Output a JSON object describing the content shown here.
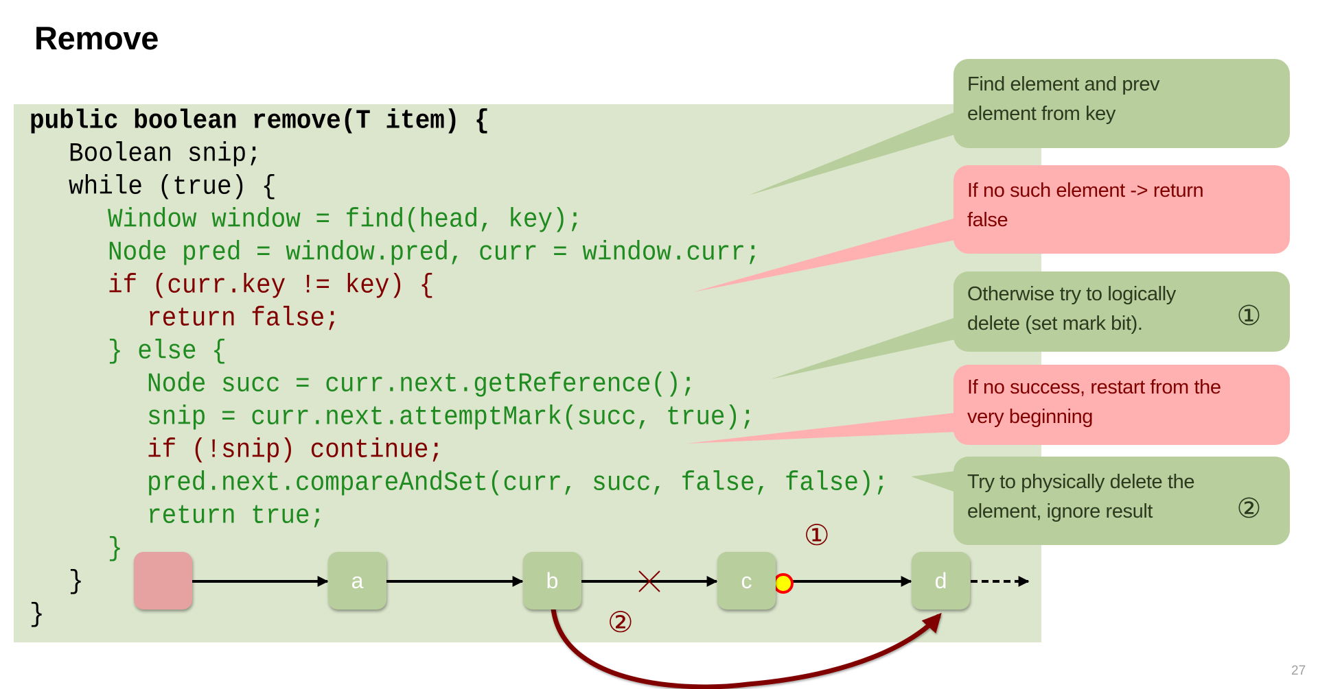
{
  "slide": {
    "title": "Remove",
    "page_number": "27"
  },
  "code": {
    "lines": [
      {
        "text": "public boolean remove(T item) {",
        "indent": 0,
        "color": "black",
        "bold": true
      },
      {
        "text": "Boolean snip;",
        "indent": 1,
        "color": "black"
      },
      {
        "text": "while (true) {",
        "indent": 1,
        "color": "black"
      },
      {
        "text": "Window window = find(head, key);",
        "indent": 2,
        "color": "green"
      },
      {
        "text": "Node pred = window.pred, curr = window.curr;",
        "indent": 2,
        "color": "green"
      },
      {
        "text": "if (curr.key != key) {",
        "indent": 2,
        "color": "red"
      },
      {
        "text": "return false;",
        "indent": 3,
        "color": "red"
      },
      {
        "text": "} else {",
        "indent": 2,
        "color": "green"
      },
      {
        "text": "Node succ = curr.next.getReference();",
        "indent": 3,
        "color": "green"
      },
      {
        "text": "snip = curr.next.attemptMark(succ, true);",
        "indent": 3,
        "color": "green"
      },
      {
        "text": "if (!snip) continue;",
        "indent": 3,
        "color": "red"
      },
      {
        "text": "pred.next.compareAndSet(curr, succ, false, false);",
        "indent": 3,
        "color": "green"
      },
      {
        "text": "return true;",
        "indent": 3,
        "color": "green"
      },
      {
        "text": "}",
        "indent": 2,
        "color": "green"
      },
      {
        "text": "}",
        "indent": 1,
        "color": "black"
      },
      {
        "text": "}",
        "indent": 0,
        "color": "black"
      }
    ]
  },
  "callouts": [
    {
      "text_line1": "Find element and prev",
      "text_line2": "element from key",
      "style": "green",
      "marker": ""
    },
    {
      "text_line1": "If no such element -> return",
      "text_line2": "false",
      "style": "red",
      "marker": ""
    },
    {
      "text_line1": "Otherwise try to logically",
      "text_line2": "delete (set mark bit).",
      "style": "green",
      "marker": "①"
    },
    {
      "text_line1": "If no success, restart from the",
      "text_line2": "very beginning",
      "style": "red",
      "marker": ""
    },
    {
      "text_line1": "Try to physically delete the",
      "text_line2": "element, ignore result",
      "style": "green",
      "marker": "②"
    }
  ],
  "diagram": {
    "nodes": [
      {
        "label": "",
        "kind": "head"
      },
      {
        "label": "a",
        "kind": "element"
      },
      {
        "label": "b",
        "kind": "element"
      },
      {
        "label": "c",
        "kind": "element"
      },
      {
        "label": "d",
        "kind": "element"
      }
    ],
    "step_markers": {
      "logical_delete": "①",
      "physical_delete": "②"
    },
    "colors": {
      "head_node": "#e6a1a1",
      "element_node": "#b8ce9c",
      "mark_bit_fill": "#ffff00",
      "mark_bit_stroke": "#ff0000",
      "bypass_arrow": "#800000"
    }
  },
  "colors": {
    "code_background": "#dce6cd",
    "code_green": "#1f8a1f",
    "code_red": "#800000",
    "callout_green": "#b8ce9c",
    "callout_red": "#ffb1b1"
  }
}
